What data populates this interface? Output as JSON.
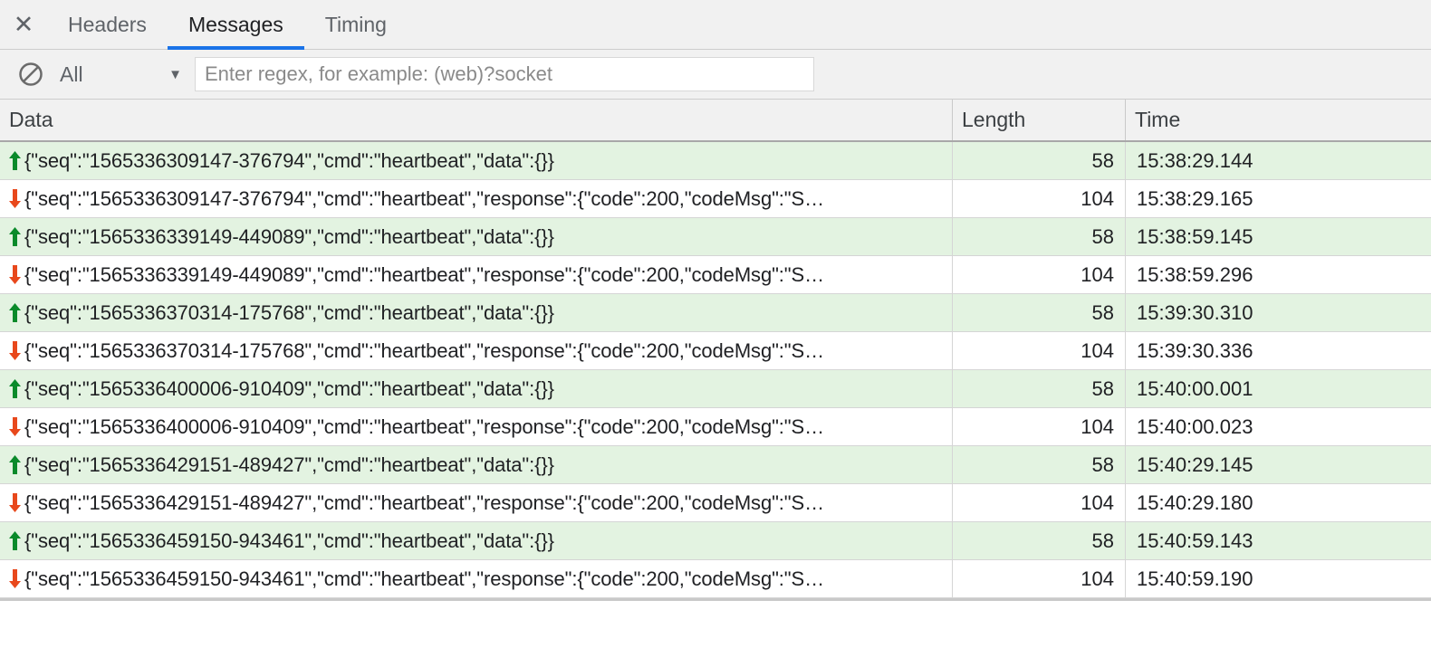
{
  "tabbar": {
    "close_icon": "close-icon",
    "tabs": [
      {
        "label": "Headers",
        "active": false
      },
      {
        "label": "Messages",
        "active": true
      },
      {
        "label": "Timing",
        "active": false
      }
    ],
    "active_underline_color": "#1a73e8"
  },
  "filterbar": {
    "clear_icon": "clear-block-icon",
    "type_filter": {
      "value": "All",
      "caret": "▼"
    },
    "regex_input": {
      "value": "",
      "placeholder": "Enter regex, for example: (web)?socket"
    }
  },
  "table": {
    "columns": [
      {
        "key": "data",
        "label": "Data"
      },
      {
        "key": "length",
        "label": "Length"
      },
      {
        "key": "time",
        "label": "Time"
      }
    ],
    "colors": {
      "sent_row_bg": "#e3f3e1",
      "received_row_bg": "#ffffff",
      "sent_arrow": "#0a8a2a",
      "received_arrow": "#e8481c",
      "header_bg": "#f1f1f1"
    },
    "rows": [
      {
        "direction": "sent",
        "arrow": "arrow-up-icon",
        "data": "{\"seq\":\"1565336309147-376794\",\"cmd\":\"heartbeat\",\"data\":{}}",
        "length": "58",
        "time": "15:38:29.144"
      },
      {
        "direction": "received",
        "arrow": "arrow-down-icon",
        "data": "{\"seq\":\"1565336309147-376794\",\"cmd\":\"heartbeat\",\"response\":{\"code\":200,\"codeMsg\":\"S…",
        "length": "104",
        "time": "15:38:29.165"
      },
      {
        "direction": "sent",
        "arrow": "arrow-up-icon",
        "data": "{\"seq\":\"1565336339149-449089\",\"cmd\":\"heartbeat\",\"data\":{}}",
        "length": "58",
        "time": "15:38:59.145"
      },
      {
        "direction": "received",
        "arrow": "arrow-down-icon",
        "data": "{\"seq\":\"1565336339149-449089\",\"cmd\":\"heartbeat\",\"response\":{\"code\":200,\"codeMsg\":\"S…",
        "length": "104",
        "time": "15:38:59.296"
      },
      {
        "direction": "sent",
        "arrow": "arrow-up-icon",
        "data": "{\"seq\":\"1565336370314-175768\",\"cmd\":\"heartbeat\",\"data\":{}}",
        "length": "58",
        "time": "15:39:30.310"
      },
      {
        "direction": "received",
        "arrow": "arrow-down-icon",
        "data": "{\"seq\":\"1565336370314-175768\",\"cmd\":\"heartbeat\",\"response\":{\"code\":200,\"codeMsg\":\"S…",
        "length": "104",
        "time": "15:39:30.336"
      },
      {
        "direction": "sent",
        "arrow": "arrow-up-icon",
        "data": "{\"seq\":\"1565336400006-910409\",\"cmd\":\"heartbeat\",\"data\":{}}",
        "length": "58",
        "time": "15:40:00.001"
      },
      {
        "direction": "received",
        "arrow": "arrow-down-icon",
        "data": "{\"seq\":\"1565336400006-910409\",\"cmd\":\"heartbeat\",\"response\":{\"code\":200,\"codeMsg\":\"S…",
        "length": "104",
        "time": "15:40:00.023"
      },
      {
        "direction": "sent",
        "arrow": "arrow-up-icon",
        "data": "{\"seq\":\"1565336429151-489427\",\"cmd\":\"heartbeat\",\"data\":{}}",
        "length": "58",
        "time": "15:40:29.145"
      },
      {
        "direction": "received",
        "arrow": "arrow-down-icon",
        "data": "{\"seq\":\"1565336429151-489427\",\"cmd\":\"heartbeat\",\"response\":{\"code\":200,\"codeMsg\":\"S…",
        "length": "104",
        "time": "15:40:29.180"
      },
      {
        "direction": "sent",
        "arrow": "arrow-up-icon",
        "data": "{\"seq\":\"1565336459150-943461\",\"cmd\":\"heartbeat\",\"data\":{}}",
        "length": "58",
        "time": "15:40:59.143"
      },
      {
        "direction": "received",
        "arrow": "arrow-down-icon",
        "data": "{\"seq\":\"1565336459150-943461\",\"cmd\":\"heartbeat\",\"response\":{\"code\":200,\"codeMsg\":\"S…",
        "length": "104",
        "time": "15:40:59.190"
      }
    ]
  }
}
